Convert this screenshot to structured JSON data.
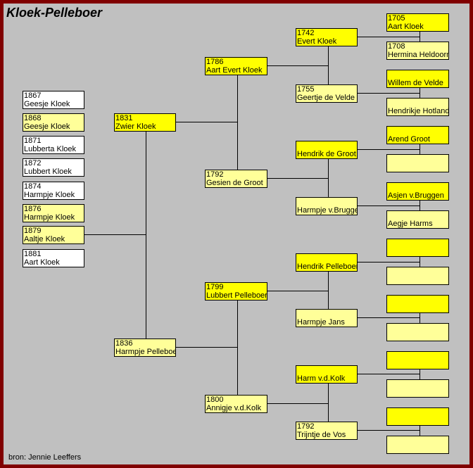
{
  "title": "Kloek-Pelleboer",
  "source": "bron: Jennie Leeffers",
  "colors": {
    "border": "#800000",
    "background": "#c0c0c0",
    "male": "#ffff00",
    "female": "#ffff99",
    "child": "#ffffff"
  },
  "children": [
    {
      "year": "1867",
      "name": "Geesje Kloek",
      "style": "white"
    },
    {
      "year": "1868",
      "name": "Geesje Kloek",
      "style": "pale"
    },
    {
      "year": "1871",
      "name": "Lubberta Kloek",
      "style": "white"
    },
    {
      "year": "1872",
      "name": "Lubbert Kloek",
      "style": "white"
    },
    {
      "year": "1874",
      "name": "Harmpje Kloek",
      "style": "white"
    },
    {
      "year": "1876",
      "name": "Harmpje Kloek",
      "style": "pale"
    },
    {
      "year": "1879",
      "name": "Aaltje Kloek",
      "style": "pale"
    },
    {
      "year": "1881",
      "name": "Aart Kloek",
      "style": "white"
    }
  ],
  "gen1": [
    {
      "year": "1831",
      "name": "Zwier Kloek"
    },
    {
      "year": "1836",
      "name": "Harmpje Pelleboer"
    }
  ],
  "gen2": [
    {
      "year": "1786",
      "name": "Aart Evert Kloek"
    },
    {
      "year": "1792",
      "name": "Gesien de Groot"
    },
    {
      "year": "1799",
      "name": "Lubbert Pelleboer"
    },
    {
      "year": "1800",
      "name": "Annigje v.d.Kolk"
    }
  ],
  "gen3": [
    {
      "year": "1742",
      "name": "Evert Kloek"
    },
    {
      "year": "1755",
      "name": "Geertje de Velde"
    },
    {
      "year": "",
      "name": "Hendrik de Groot"
    },
    {
      "year": "",
      "name": "Harmpje v.Bruggen"
    },
    {
      "year": "",
      "name": "Hendrik Pelleboer"
    },
    {
      "year": "",
      "name": "Harmpje Jans"
    },
    {
      "year": "",
      "name": "Harm v.d.Kolk"
    },
    {
      "year": "1792",
      "name": "Trijntje de Vos"
    }
  ],
  "gen4": [
    {
      "year": "1705",
      "name": "Aart Kloek"
    },
    {
      "year": "1708",
      "name": "Hermina Heldoorn"
    },
    {
      "year": "",
      "name": "Willem de Velde"
    },
    {
      "year": "",
      "name": "Hendrikje Hotland"
    },
    {
      "year": "",
      "name": "Arend Groot"
    },
    {
      "year": "",
      "name": ""
    },
    {
      "year": "",
      "name": "Asjen v.Bruggen"
    },
    {
      "year": "",
      "name": "Aegje Harms"
    },
    {
      "year": "",
      "name": ""
    },
    {
      "year": "",
      "name": ""
    },
    {
      "year": "",
      "name": ""
    },
    {
      "year": "",
      "name": ""
    },
    {
      "year": "",
      "name": ""
    },
    {
      "year": "",
      "name": ""
    },
    {
      "year": "",
      "name": ""
    },
    {
      "year": "",
      "name": ""
    }
  ]
}
